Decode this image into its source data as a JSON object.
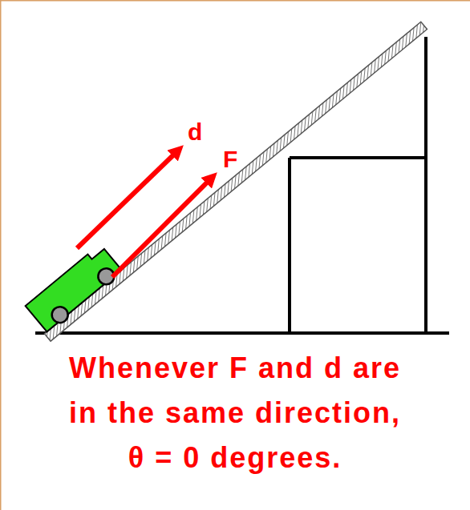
{
  "diagram": {
    "caption": "Whenever F and d are in the same direction, θ = 0 degrees.",
    "labels": [
      "d",
      "F"
    ]
  }
}
